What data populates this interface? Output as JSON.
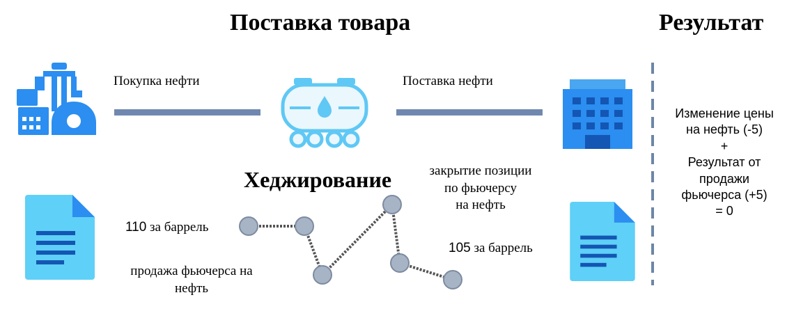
{
  "titles": {
    "supply": "Поставка товара",
    "result": "Результат",
    "hedging": "Хеджирование"
  },
  "supply_chain": {
    "buy_label": "Покупка нефти",
    "deliver_label": "Поставка нефти"
  },
  "hedging": {
    "price_start": {
      "number": "110",
      "unit": "за баррель"
    },
    "price_end": {
      "number": "105",
      "unit": "за баррель"
    },
    "sell_label": [
      "продажа фьючерса на",
      "нефть"
    ],
    "close_label": [
      "закрытие позиции",
      "по фьючерсу",
      "на нефть"
    ]
  },
  "result": {
    "lines": [
      "Изменение цены",
      "на нефть (-5)",
      "+",
      "Результат от",
      "продажи",
      "фьючерса (+5)",
      "= 0"
    ]
  },
  "colors": {
    "icon_blue": "#2b8ef0",
    "icon_light": "#5fc8f5",
    "bar": "#7088b0",
    "node": "#a7b4c6",
    "dashed": "#6c86a6"
  },
  "icons": {
    "refinery": "oil-refinery-icon",
    "tank": "oil-tank-car-icon",
    "building": "office-building-icon",
    "doc_left": "document-icon",
    "doc_right": "document-icon"
  }
}
